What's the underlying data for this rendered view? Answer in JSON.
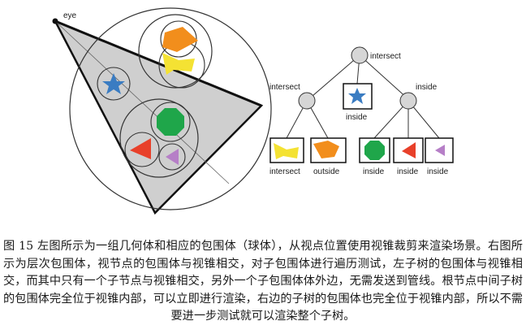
{
  "figure": {
    "eye_label": "eye",
    "tree": {
      "root_label": "intersect",
      "left_label": "intersect",
      "middle_label": "inside",
      "right_label": "inside",
      "leaves": [
        {
          "label": "intersect",
          "shape": "yellow-polygon",
          "color": "#f4e233"
        },
        {
          "label": "outside",
          "shape": "orange-polygon",
          "color": "#f28e1c"
        },
        {
          "label": "inside",
          "shape": "green-polygon",
          "color": "#1fa64a"
        },
        {
          "label": "inside",
          "shape": "red-triangle",
          "color": "#e8402a"
        },
        {
          "label": "inside",
          "shape": "purple-triangle",
          "color": "#b67fc7"
        }
      ]
    },
    "colors": {
      "frustum": "#cfcfcf",
      "star": "#3a7cc2",
      "node": "#d6d6d6"
    }
  },
  "caption": {
    "text": "图 15 左图所示为一组几何体和相应的包围体（球体），从视点位置使用视锥裁剪来渲染场景。右图所示为层次包围体，视节点的包围体与视锥相交，对子包围体进行遍历测试，左子树的包围体与视锥相交，而其中只有一个子节点与视锥相交，另外一个子包围体体外边，无需发送到管线。根节点中间子树的包围体完全位于视锥内部，可以立即进行渲染，右边的子树的包围体也完全位于视锥内部，所以不需要进一步测试就可以渲染整个子树。"
  }
}
